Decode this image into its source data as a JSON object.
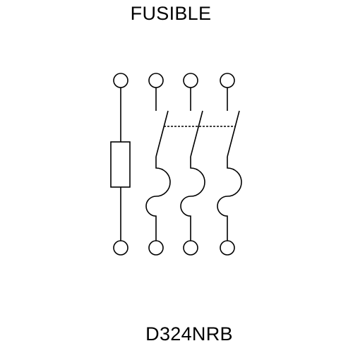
{
  "header": {
    "title": "FUSIBLE"
  },
  "footer": {
    "model": "D324NRB"
  },
  "colors": {
    "line": "#000000",
    "background": "#ffffff"
  },
  "diagram": {
    "poles": 3,
    "neutral": true
  }
}
